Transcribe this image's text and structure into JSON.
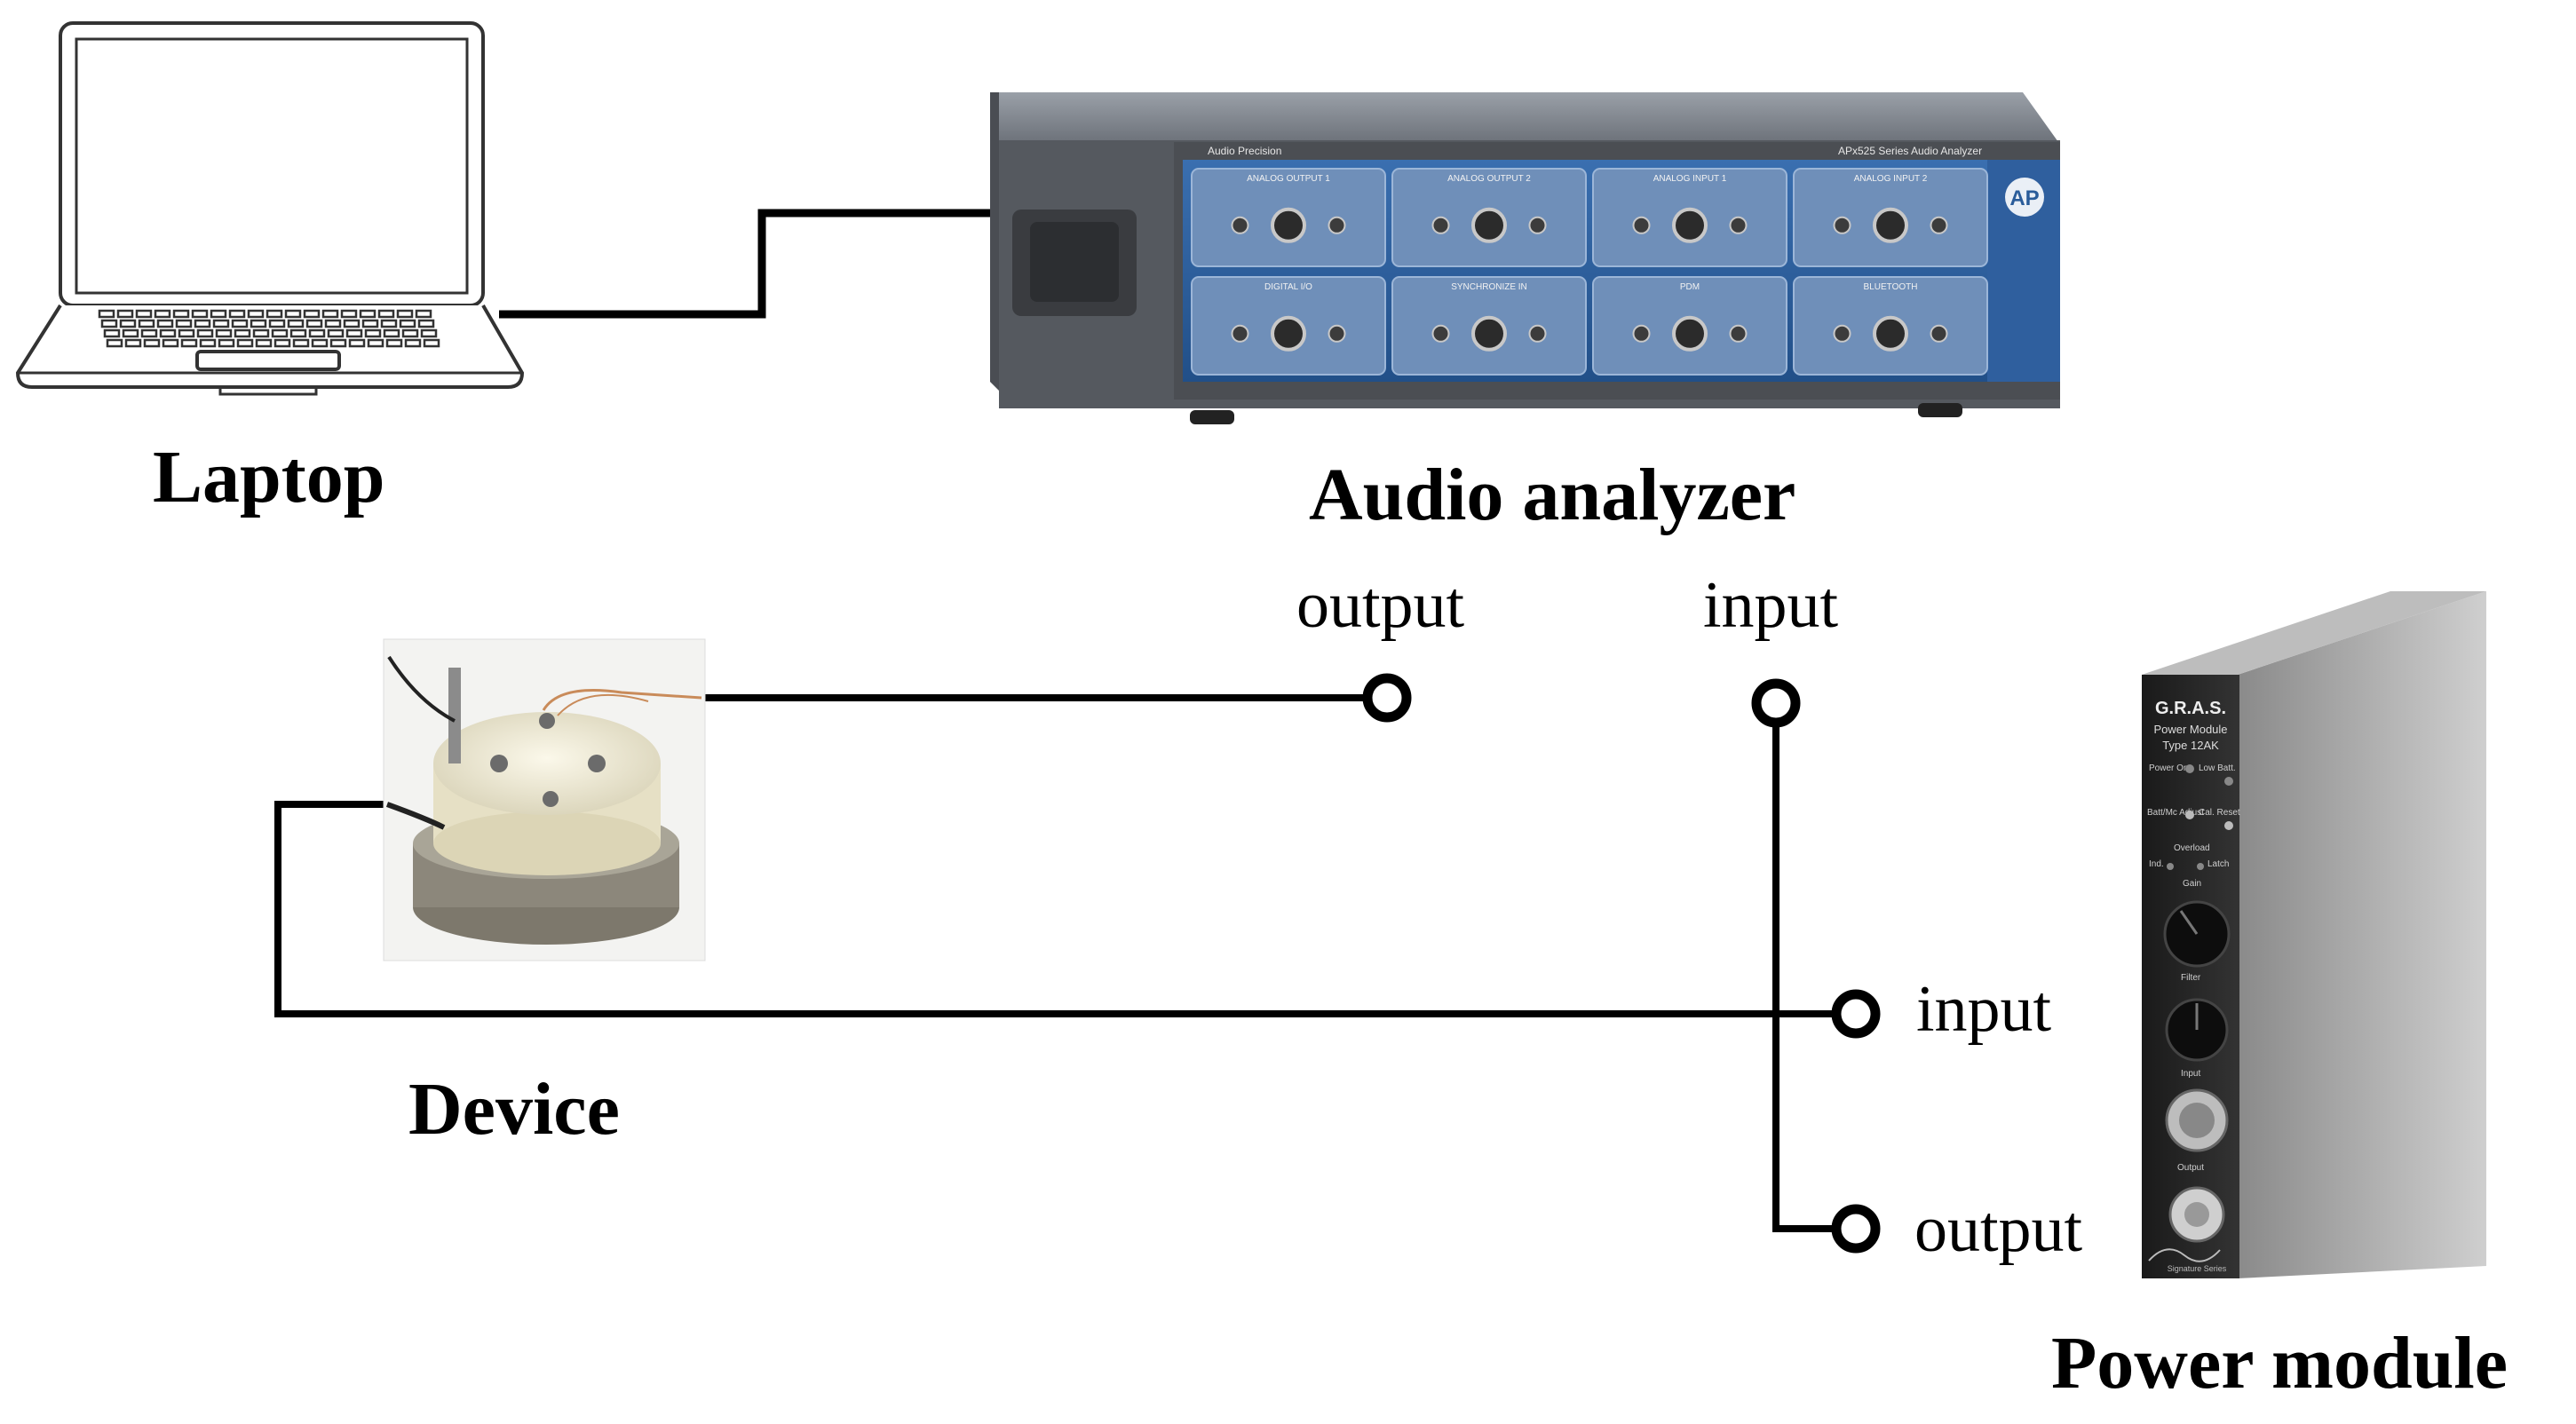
{
  "components": {
    "laptop": {
      "label": "Laptop",
      "icon": "laptop-icon"
    },
    "analyzer": {
      "label": "Audio analyzer",
      "output_label": "output",
      "input_label": "input",
      "badge": "AP",
      "brand_text": "Audio Precision",
      "model_text": "APx525 Series Audio Analyzer",
      "top_panels": [
        "ANALOG OUTPUT 1",
        "ANALOG OUTPUT 2",
        "ANALOG INPUT 1",
        "ANALOG INPUT 2"
      ],
      "bottom_panels": [
        "DIGITAL I/O",
        "SYNCHRONIZE IN",
        "PDM",
        "BLUETOOTH"
      ]
    },
    "device": {
      "label": "Device"
    },
    "power_module": {
      "label": "Power module",
      "input_label": "input",
      "output_label": "output",
      "face_title": "G.R.A.S.",
      "face_subtitle": "Power Module",
      "face_type": "Type 12AK",
      "controls": {
        "power_on": "Power On",
        "low_batt": "Low Batt.",
        "batt_adjust": "Batt/Mc Adjust",
        "cal_reset": "Cal. Reset",
        "overload": "Overload",
        "ind": "Ind.",
        "latch": "Latch",
        "gain": "Gain",
        "filter": "Filter",
        "input": "Input",
        "output": "Output",
        "signature": "Signature Series"
      }
    }
  },
  "colors": {
    "analyzer_panel": "#2a5c9a",
    "analyzer_body": "#5c5f66",
    "module_body": "#2b2b2b",
    "device_base": "#eeead8",
    "wire": "#000000"
  }
}
